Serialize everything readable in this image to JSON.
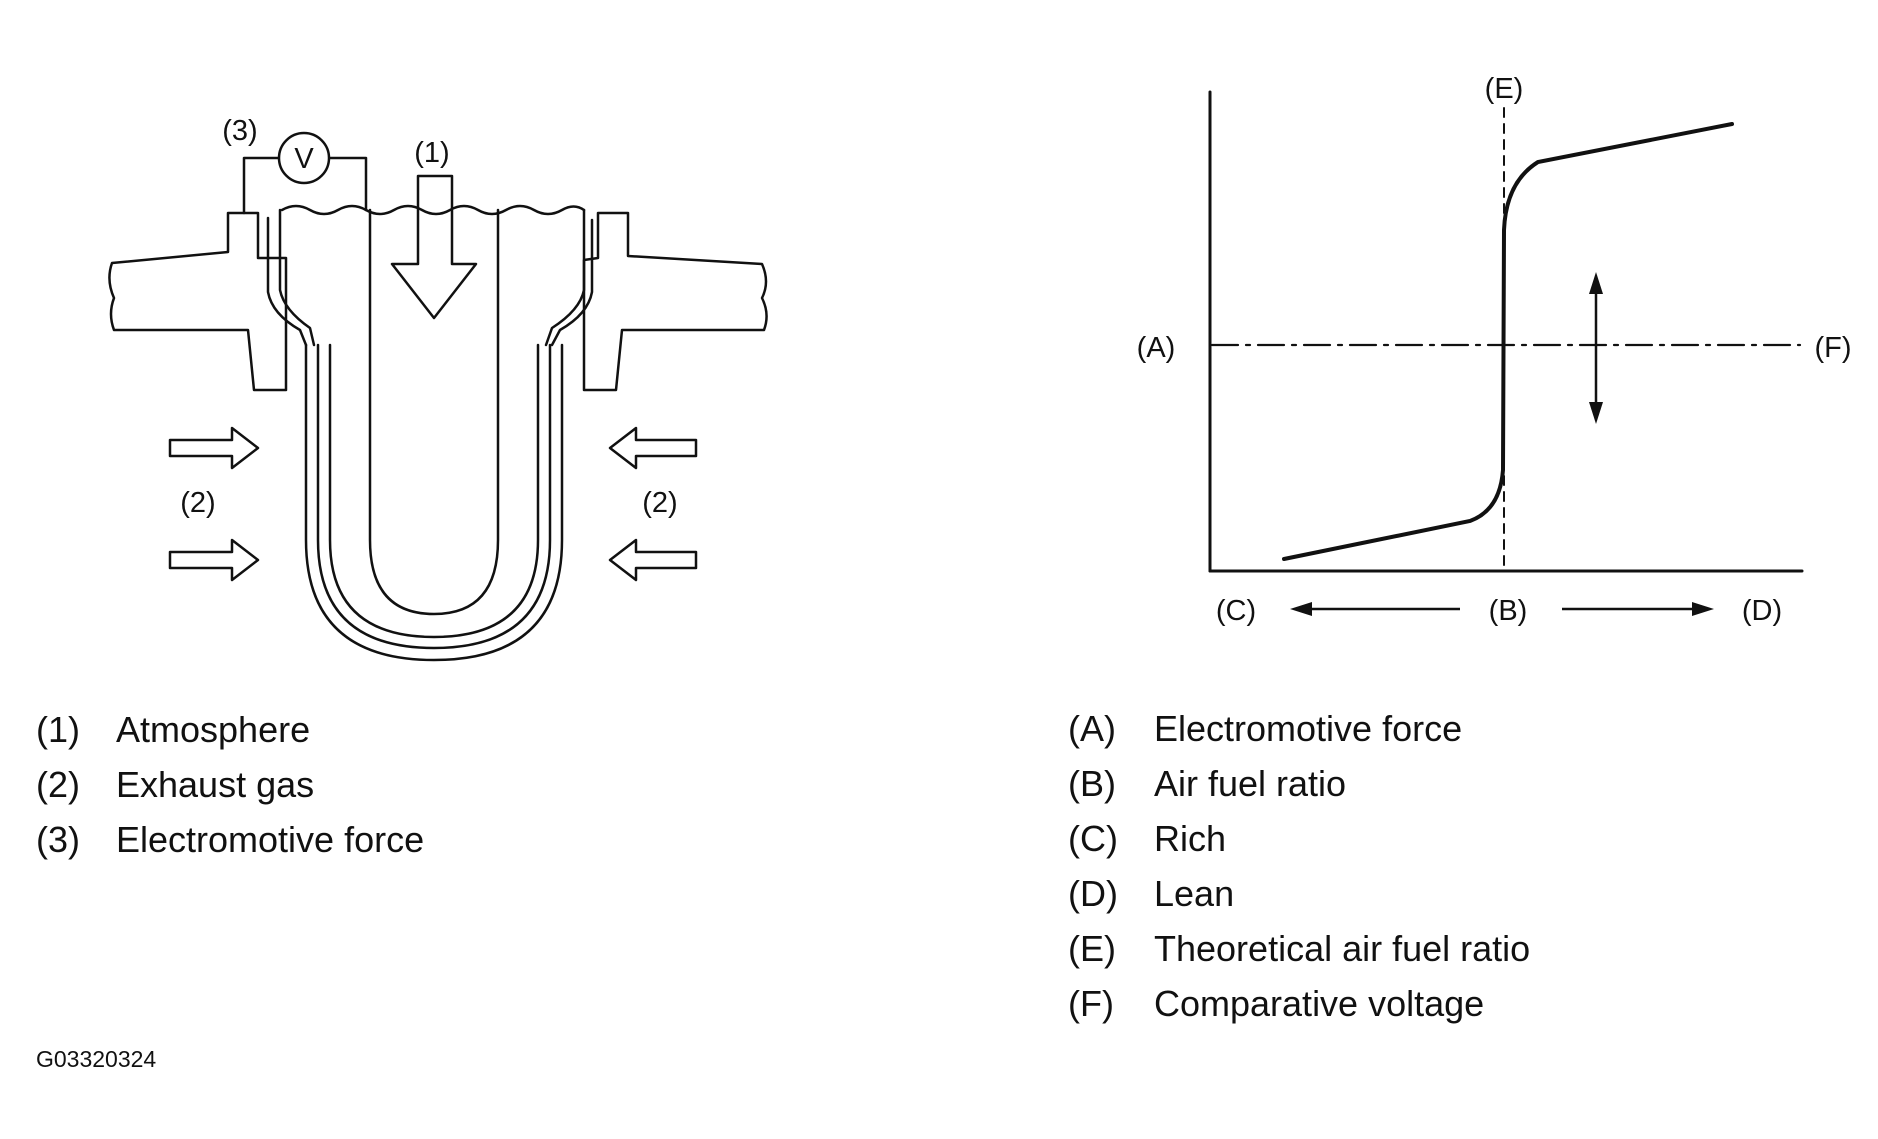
{
  "sensor_diagram": {
    "labels": {
      "atmosphere": "(1)",
      "exhaust_left": "(2)",
      "exhaust_right": "(2)",
      "emf": "(3)",
      "voltmeter": "V"
    }
  },
  "graph": {
    "labels": {
      "A": "(A)",
      "B": "(B)",
      "C": "(C)",
      "D": "(D)",
      "E": "(E)",
      "F": "(F)"
    }
  },
  "legend_left": [
    {
      "key": "(1)",
      "text": "Atmosphere"
    },
    {
      "key": "(2)",
      "text": "Exhaust gas"
    },
    {
      "key": "(3)",
      "text": "Electromotive force"
    }
  ],
  "legend_right": [
    {
      "key": "(A)",
      "text": "Electromotive force"
    },
    {
      "key": "(B)",
      "text": "Air fuel ratio"
    },
    {
      "key": "(C)",
      "text": "Rich"
    },
    {
      "key": "(D)",
      "text": "Lean"
    },
    {
      "key": "(E)",
      "text": "Theoretical air fuel ratio"
    },
    {
      "key": "(F)",
      "text": "Comparative voltage"
    }
  ],
  "figure_code": "G03320324",
  "colors": {
    "ink": "#111111",
    "background": "#ffffff"
  }
}
